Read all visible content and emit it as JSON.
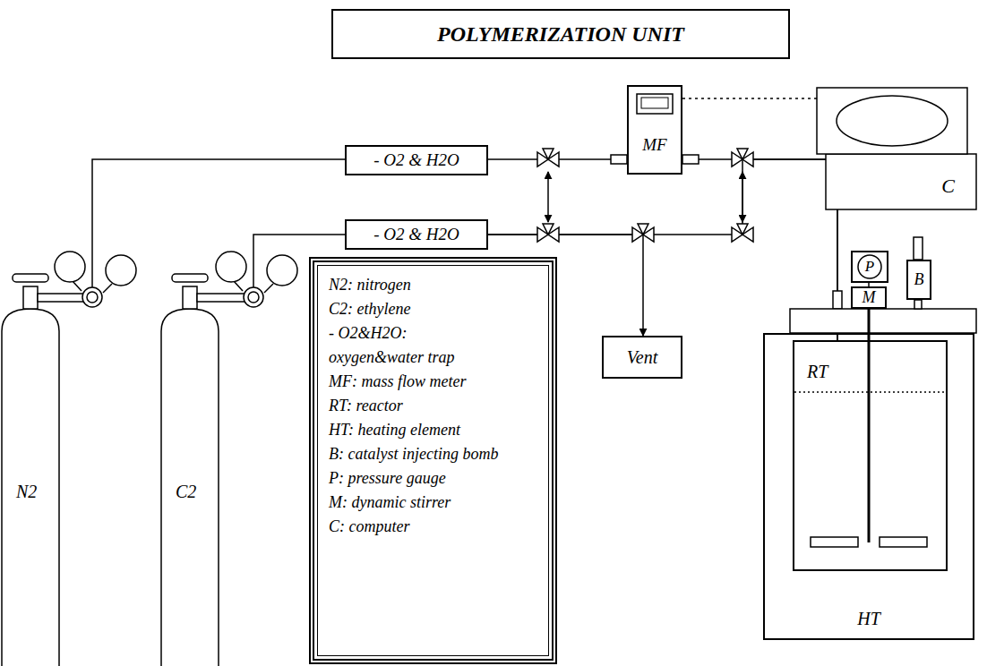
{
  "diagram": {
    "title": "POLYMERIZATION UNIT",
    "nodes": [
      {
        "text": [
          "- O2 & H2O"
        ]
      },
      {
        "text": [
          "- O2 & H2O"
        ]
      },
      {
        "text": [
          "MF"
        ]
      },
      {
        "text": [
          "C"
        ]
      },
      {
        "text": [
          "N2"
        ]
      },
      {
        "text": [
          "C2"
        ]
      },
      {
        "text": [
          "N2: nitrogen",
          "C2: ethylene",
          "- O2&H2O: oxygen&water trap",
          "MF: mass flow meter",
          "RT: reactor",
          "HT: heating element",
          "B: catalyst injecting bomb",
          "P: pressure gauge",
          "M: dynamic stirrer",
          "C: computer"
        ]
      },
      {
        "text": [
          "Vent"
        ]
      },
      {
        "text": [
          "HT"
        ]
      },
      {
        "text": [
          "RT"
        ],
        "in": 8
      },
      {
        "text": [
          "P"
        ]
      },
      {
        "text": [
          "M"
        ]
      },
      {
        "text": [
          "B"
        ]
      }
    ],
    "edges": [
      {
        "from": 4,
        "to": 0,
        "arrow": "none"
      },
      {
        "from": 5,
        "to": 1,
        "arrow": "none"
      },
      {
        "from": 0,
        "to": 2,
        "arrow": "none"
      },
      {
        "from": 2,
        "to": 3,
        "arrow": "none"
      },
      {
        "from": 2,
        "to": 9,
        "arrow": "none"
      },
      {
        "from": 1,
        "to": 7,
        "arrow": "to"
      },
      {
        "from": 1,
        "to": 9,
        "arrow": "none"
      },
      {
        "from": 10,
        "to": 11,
        "arrow": "none"
      }
    ]
  }
}
